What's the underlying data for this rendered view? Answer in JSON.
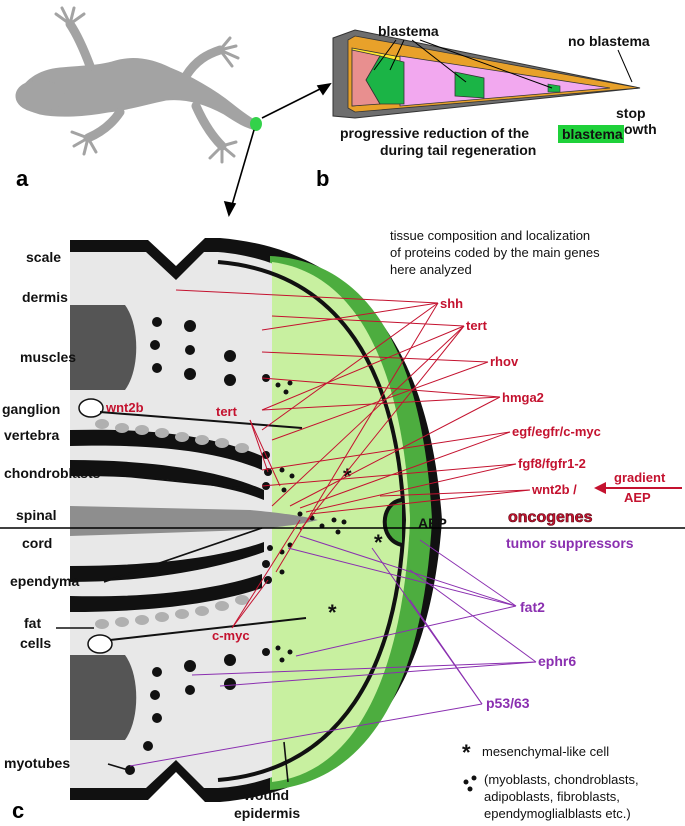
{
  "panels": {
    "a": "a",
    "b": "b",
    "c": "c"
  },
  "panel_b": {
    "blastema": "blastema",
    "no_blastema": "no blastema",
    "stop": "stop",
    "growth": "growth",
    "caption_pre": "progressive reduction of the",
    "caption_highlight": "blastema",
    "caption_line2": "during tail regeneration"
  },
  "panel_c": {
    "header_line1": "tissue composition and localization",
    "header_line2": "of proteins coded by the main genes",
    "header_line3": "here analyzed",
    "tissues": {
      "scale": "scale",
      "dermis": "dermis",
      "muscles": "muscles",
      "ganglion": "ganglion",
      "vertebra": "vertebra",
      "chondroblasts": "chondroblasts",
      "spinal": "spinal",
      "cord": "cord",
      "ependyma": "ependyma",
      "fat": "fat",
      "cells": "cells",
      "myotubes": "myotubes",
      "wound": "wound",
      "epidermis": "epidermis",
      "aep": "AEP"
    },
    "genes": {
      "shh": "shh",
      "tert": "tert",
      "rhov": "rhov",
      "hmga2": "hmga2",
      "egf": "egf/egfr/c-myc",
      "fgf": "fgf8/fgfr1-2",
      "wnt2b": "wnt2b /",
      "wnt2b_left": "wnt2b",
      "tert_left": "tert",
      "cmyc": "c-myc",
      "fat2": "fat2",
      "ephr6": "ephr6",
      "p53": "p53/63"
    },
    "gradient": "gradient",
    "gradient_aep": "AEP",
    "oncogenes": "oncogenes",
    "tumor_suppressors": "tumor suppressors",
    "legend": {
      "mesenchymal": "mesenchymal-like cell",
      "line1": "(myoblasts, chondroblasts,",
      "line2": "adipoblasts, fibroblasts,",
      "line3": "ependymoglialblasts etc.)"
    }
  },
  "colors": {
    "lizard": "#a3a3a3",
    "tip": "#33d24a",
    "blastema_light": "#c8f0a0",
    "blastema_dark": "#4dad3f",
    "oncogene_red": "#c4122f",
    "suppressor_purple": "#8a2fb0",
    "highlight": "#1fd13a"
  }
}
